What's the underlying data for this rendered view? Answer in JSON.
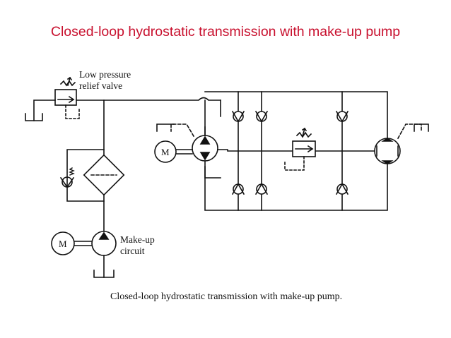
{
  "title": "Closed-loop hydrostatic transmission with make-up pump",
  "labels": {
    "relief_line1": "Low pressure",
    "relief_line2": "relief valve",
    "makeup_line1": "Make-up",
    "makeup_line2": "circuit",
    "motor_symbol": "M"
  },
  "caption": "Closed-loop hydrostatic transmission with make-up pump.",
  "colors": {
    "title": "#c8102e",
    "line": "#111111"
  }
}
